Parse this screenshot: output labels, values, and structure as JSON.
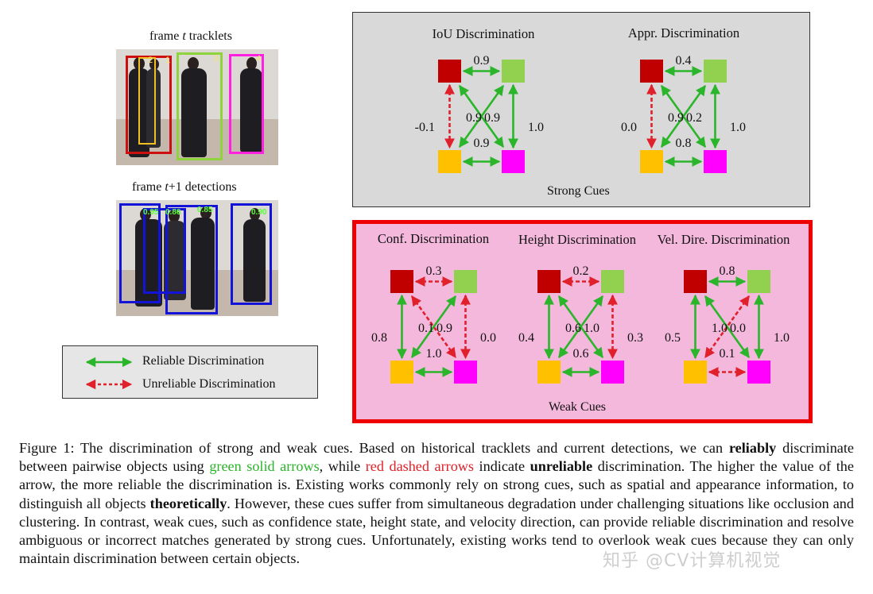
{
  "left": {
    "frame_t_label": "frame t tracklets",
    "frame_t_parts": [
      "frame ",
      "t",
      " tracklets"
    ],
    "frame_t1_parts": [
      "frame ",
      "t",
      "+1 detections"
    ],
    "tracklet_ids": [
      "2",
      "1",
      "3",
      "4"
    ],
    "detection_scores": [
      "0.95",
      "0.86",
      "0.85",
      "0.90"
    ]
  },
  "legend": {
    "reliable": "Reliable Discrimination",
    "unreliable": "Unreliable Discrimination"
  },
  "strong": {
    "title": "Strong Cues",
    "diagrams": [
      {
        "title": "IoU Discrimination",
        "top": "0.9",
        "left": "-0.1",
        "diag1": "0.9",
        "diag2": "0.9",
        "right": "1.0",
        "bottom": "0.9"
      },
      {
        "title": "Appr. Discrimination",
        "top": "0.4",
        "left": "0.0",
        "diag1": "0.9",
        "diag2": "0.2",
        "right": "1.0",
        "bottom": "0.8"
      }
    ]
  },
  "weak": {
    "title": "Weak Cues",
    "diagrams": [
      {
        "title": "Conf. Discrimination",
        "top": "0.3",
        "left": "0.8",
        "diag1": "0.1",
        "diag2": "0.9",
        "right": "0.0",
        "bottom": "1.0"
      },
      {
        "title": "Height Discrimination",
        "top": "0.2",
        "left": "0.4",
        "diag1": "0.6",
        "diag2": "1.0",
        "right": "0.3",
        "bottom": "0.6"
      },
      {
        "title": "Vel. Dire. Discrimination",
        "top": "0.8",
        "left": "0.5",
        "diag1": "1.0",
        "diag2": "0.0",
        "right": "1.0",
        "bottom": "0.1"
      }
    ]
  },
  "caption": {
    "p1": "Figure 1: The discrimination of strong and weak cues. Based on historical tracklets and current detections, we can ",
    "b1": "reliably",
    "p2": " discriminate between pairwise objects using ",
    "green": "green solid arrows",
    "p3": ", while ",
    "red": "red dashed arrows",
    "p4": " indicate ",
    "b2": "unreliable",
    "p5": " discrimination. The higher the value of the arrow, the more reliable the discrimination is. Existing works commonly rely on strong cues, such as spatial and appearance information, to distinguish all objects ",
    "b3": "theoretically",
    "p6": ". However, these cues suffer from simultaneous degradation under challenging situations like occlusion and clustering. In contrast, weak cues, such as confidence state, height state, and velocity direction, can provide reliable discrimination and resolve ambiguous or incorrect matches generated by strong cues. Unfortunately, existing works tend to overlook weak cues because they can only maintain discrimination between certain objects."
  },
  "watermark": "知乎 @CV计算机视觉",
  "colors": {
    "green": "#2ab52a",
    "red": "#e0202a",
    "node_darkred": "#c00000",
    "node_lightgreen": "#92d050",
    "node_orange": "#ffc000",
    "node_magenta": "#ff00ff",
    "strong_bg": "#d9d9d9",
    "weak_bg": "#f4b8dc",
    "weak_border": "#ee0000"
  }
}
